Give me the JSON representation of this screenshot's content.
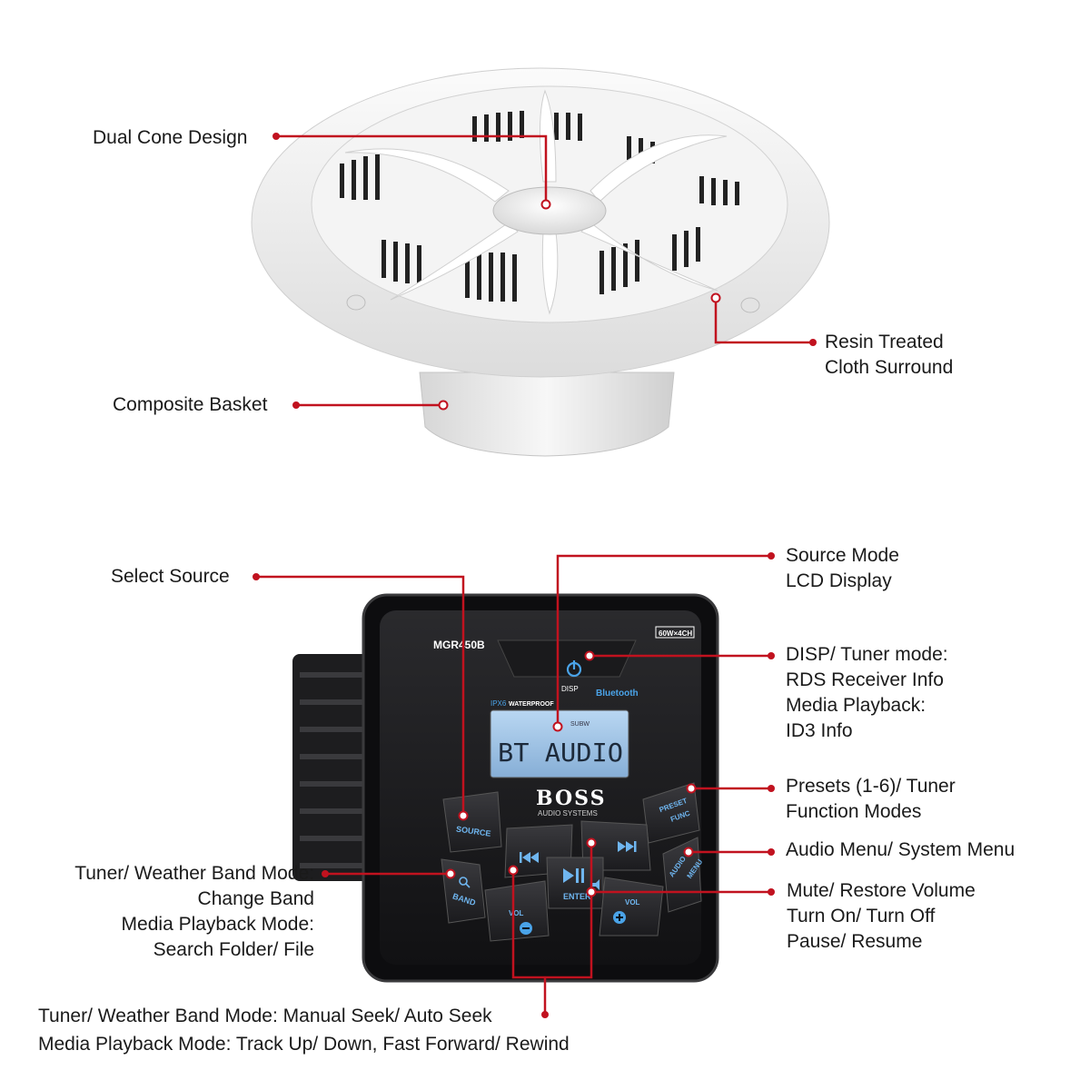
{
  "colors": {
    "leader": "#c1121f",
    "text": "#1a1a1a",
    "speaker": "#f2f2f2",
    "unit": "#1c1c1e",
    "lcd": "#9fc3e6",
    "button_text": "#6fb6f0"
  },
  "speaker_callouts": {
    "dual_cone": "Dual Cone Design",
    "resin_surround": [
      "Resin Treated",
      "Cloth Surround"
    ],
    "composite_basket": "Composite Basket"
  },
  "unit_callouts": {
    "select_source": "Select Source",
    "source_mode_lcd": [
      "Source Mode",
      "LCD Display"
    ],
    "disp_tuner": [
      "DISP/ Tuner mode:",
      "RDS Receiver Info",
      "Media Playback:",
      "ID3 Info"
    ],
    "presets": [
      "Presets (1-6)/ Tuner",
      "Function Modes"
    ],
    "audio_menu": "Audio Menu/ System Menu",
    "mute": [
      "Mute/ Restore Volume",
      "Turn On/ Turn Off",
      "Pause/ Resume"
    ],
    "band": [
      "Tuner/ Weather Band Mode:",
      "Change Band",
      "Media Playback Mode:",
      "Search Folder/ File"
    ],
    "seek": [
      "Tuner/ Weather Band Mode: Manual Seek/ Auto Seek",
      "Media Playback Mode: Track Up/ Down, Fast Forward/ Rewind"
    ]
  },
  "device": {
    "model": "MGR450B",
    "power_badge": "60W×4CH",
    "disp_label": "DISP",
    "ipx": "IPX6",
    "waterproof": "WATERPROOF",
    "bluetooth": "Bluetooth",
    "lcd_small": "SUBW",
    "lcd_text": "BT AUDIO",
    "brand": "BOSS",
    "brand_sub": "AUDIO SYSTEMS",
    "buttons": {
      "source": "SOURCE",
      "preset_1": "PRESET",
      "preset_2": "FUNC",
      "band": "BAND",
      "audio_1": "AUDIO",
      "audio_2": "MENU",
      "enter": "ENTER",
      "vol_left": "VOL",
      "vol_right": "VOL"
    }
  }
}
